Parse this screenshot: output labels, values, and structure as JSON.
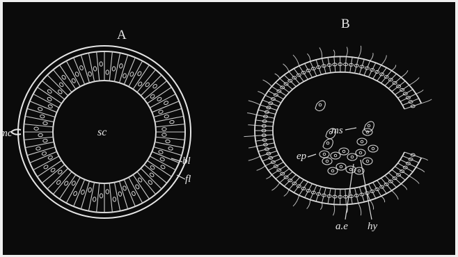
{
  "figure": {
    "panel_a": {
      "letter": "A",
      "labels": {
        "mc": "mc",
        "sc": "sc",
        "bl": "bl",
        "fl": "fl"
      }
    },
    "panel_b": {
      "letter": "B",
      "labels": {
        "ms": "ms",
        "ep": "ep",
        "ae": "a.e",
        "hy": "hy"
      }
    }
  }
}
